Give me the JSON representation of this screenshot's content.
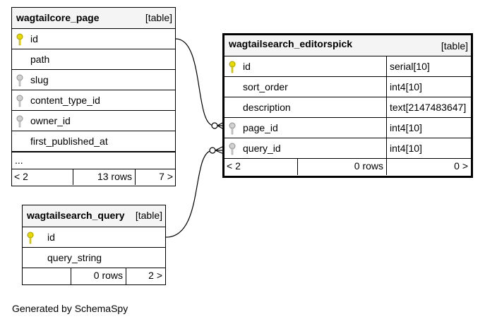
{
  "diagram": {
    "credit": "Generated by SchemaSpy",
    "tables": {
      "page": {
        "name": "wagtailcore_page",
        "kind": "[table]",
        "columns": [
          {
            "name": "id",
            "key": "primary"
          },
          {
            "name": "path",
            "key": "none"
          },
          {
            "name": "slug",
            "key": "index"
          },
          {
            "name": "content_type_id",
            "key": "index"
          },
          {
            "name": "owner_id",
            "key": "index"
          },
          {
            "name": "first_published_at",
            "key": "none"
          },
          {
            "name": "...",
            "key": "none"
          }
        ],
        "footer": {
          "left": "< 2",
          "middle": "13 rows",
          "right": "7 >"
        }
      },
      "editorspick": {
        "name": "wagtailsearch_editorspick",
        "kind": "[table]",
        "columns": [
          {
            "name": "id",
            "type": "serial[10]",
            "key": "primary"
          },
          {
            "name": "sort_order",
            "type": "int4[10]",
            "key": "none"
          },
          {
            "name": "description",
            "type": "text[2147483647]",
            "key": "none"
          },
          {
            "name": "page_id",
            "type": "int4[10]",
            "key": "index"
          },
          {
            "name": "query_id",
            "type": "int4[10]",
            "key": "index"
          }
        ],
        "footer": {
          "left": "< 2",
          "middle": "0 rows",
          "right": "0 >"
        }
      },
      "query": {
        "name": "wagtailsearch_query",
        "kind": "[table]",
        "columns": [
          {
            "name": "id",
            "key": "primary"
          },
          {
            "name": "query_string",
            "key": "none"
          }
        ],
        "footer": {
          "left": "",
          "middle": "0 rows",
          "right": "2 >"
        }
      }
    },
    "relationships": [
      {
        "from": "wagtailsearch_editorspick.page_id",
        "to": "wagtailcore_page.id"
      },
      {
        "from": "wagtailsearch_editorspick.query_id",
        "to": "wagtailsearch_query.id"
      }
    ],
    "colors": {
      "primary_key": "#e6d800",
      "index_key": "#b8b8b8",
      "header_bg": "#f4f4f4"
    }
  }
}
